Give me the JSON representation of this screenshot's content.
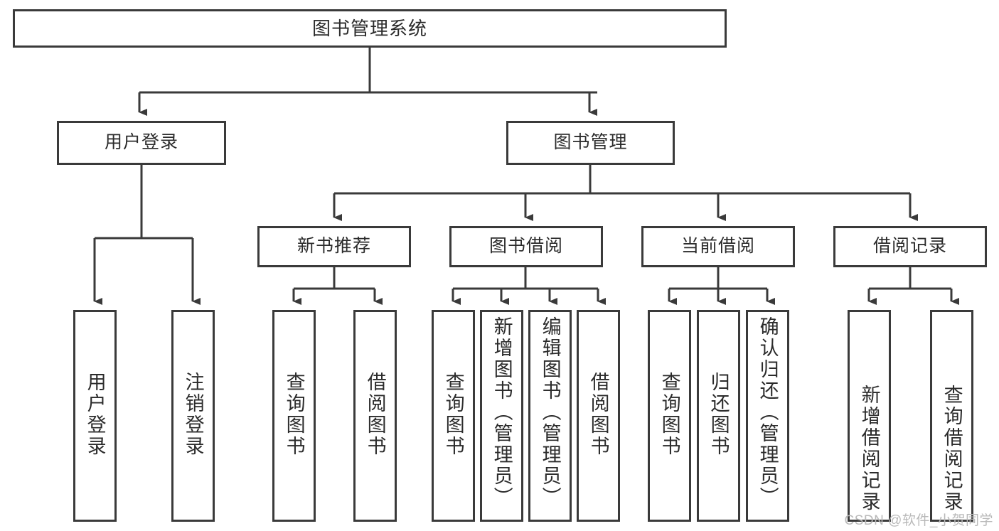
{
  "diagram": {
    "title": "图书管理系统",
    "type": "tree",
    "root": {
      "label": "图书管理系统"
    },
    "level2": [
      {
        "id": "user-login",
        "label": "用户登录"
      },
      {
        "id": "book-manage",
        "label": "图书管理"
      }
    ],
    "level3": [
      {
        "id": "new-book-recommend",
        "label": "新书推荐",
        "parent": "book-manage"
      },
      {
        "id": "book-borrow",
        "label": "图书借阅",
        "parent": "book-manage"
      },
      {
        "id": "current-borrow",
        "label": "当前借阅",
        "parent": "book-manage"
      },
      {
        "id": "borrow-record",
        "label": "借阅记录",
        "parent": "book-manage"
      }
    ],
    "leaves": [
      {
        "id": "leaf-user-login",
        "label": "用户登录",
        "parent": "user-login"
      },
      {
        "id": "leaf-logout-login",
        "label": "注销登录",
        "parent": "user-login"
      },
      {
        "id": "leaf-query-book-1",
        "label": "查询图书",
        "parent": "new-book-recommend"
      },
      {
        "id": "leaf-borrow-book-1",
        "label": "借阅图书",
        "parent": "new-book-recommend"
      },
      {
        "id": "leaf-query-book-2",
        "label": "查询图书",
        "parent": "book-borrow"
      },
      {
        "id": "leaf-add-book-admin",
        "label": "新增图书（管理员）",
        "parent": "book-borrow"
      },
      {
        "id": "leaf-edit-book-admin",
        "label": "编辑图书（管理员）",
        "parent": "book-borrow"
      },
      {
        "id": "leaf-borrow-book-2",
        "label": "借阅图书",
        "parent": "book-borrow"
      },
      {
        "id": "leaf-query-book-3",
        "label": "查询图书",
        "parent": "current-borrow"
      },
      {
        "id": "leaf-return-book",
        "label": "归还图书",
        "parent": "current-borrow"
      },
      {
        "id": "leaf-confirm-return-admin",
        "label": "确认归还（管理员）",
        "parent": "current-borrow"
      },
      {
        "id": "leaf-add-borrow-record",
        "label": "新增借阅记录",
        "parent": "borrow-record"
      },
      {
        "id": "leaf-query-borrow-record",
        "label": "查询借阅记录",
        "parent": "borrow-record"
      }
    ],
    "colors": {
      "stroke": "#3a3a3a",
      "text": "#2b2b2b",
      "background": "#ffffff",
      "watermark": "#b9b9b9"
    }
  },
  "watermark": {
    "text": "CSDN @软件_小贺同学"
  }
}
